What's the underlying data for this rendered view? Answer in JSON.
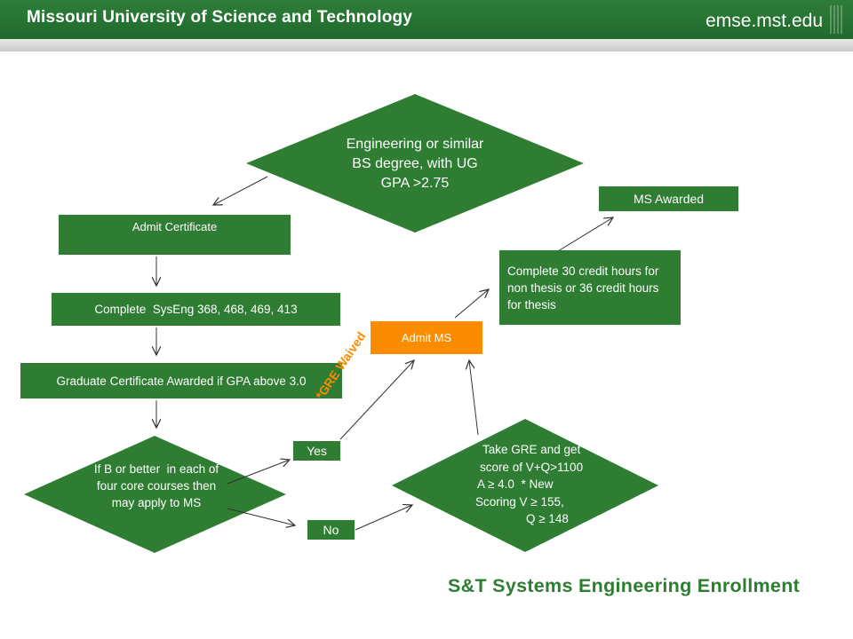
{
  "header": {
    "university": "Missouri University of Science and Technology",
    "url": "emse.mst.edu"
  },
  "colors": {
    "header_green": "#1f6a2c",
    "box_green": "#2e7d32",
    "admit_orange": "#fb8c00"
  },
  "flow": {
    "entry_decision": "Engineering or similar BS degree, with UG GPA >2.75",
    "admit_certificate": "Admit Certificate",
    "complete_courses": "Complete  SysEng 368, 468, 469, 413",
    "certificate_awarded": "Graduate Certificate Awarded if GPA above 3.0",
    "core_decision": "If B or better  in each of four core courses then may apply to MS",
    "yes_label": "Yes",
    "no_label": "No",
    "gre_waived": "*GRE Waived",
    "gre_decision": {
      "line1": "Take GRE and get",
      "line2": "score of V+Q>1100",
      "line3": "A ≥ 4.0  * New",
      "line4": "Scoring V ≥ 155,",
      "line5": "Q ≥ 148"
    },
    "admit_ms": "Admit MS",
    "complete_credits": "Complete 30 credit hours for non thesis or 36 credit hours for thesis",
    "ms_awarded": "MS Awarded"
  },
  "footer": {
    "title": "S&T Systems Engineering Enrollment"
  }
}
